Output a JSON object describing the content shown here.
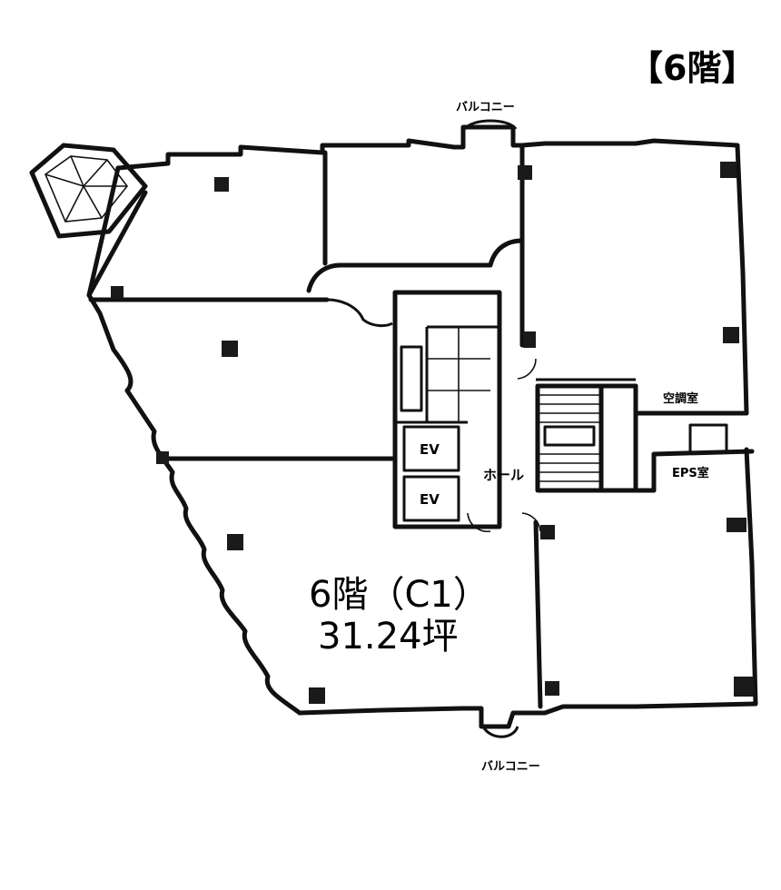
{
  "floor_label": "【6階】",
  "unit": {
    "name": "6階（C1）",
    "area": "31.24坪"
  },
  "rooms": {
    "hall": "ホール",
    "elevator_1": "EV",
    "elevator_2": "EV",
    "air_room": "空調室",
    "storage_room": "EPS室"
  },
  "balconies": {
    "top": "バルコニー",
    "bottom": "バルコニー"
  }
}
